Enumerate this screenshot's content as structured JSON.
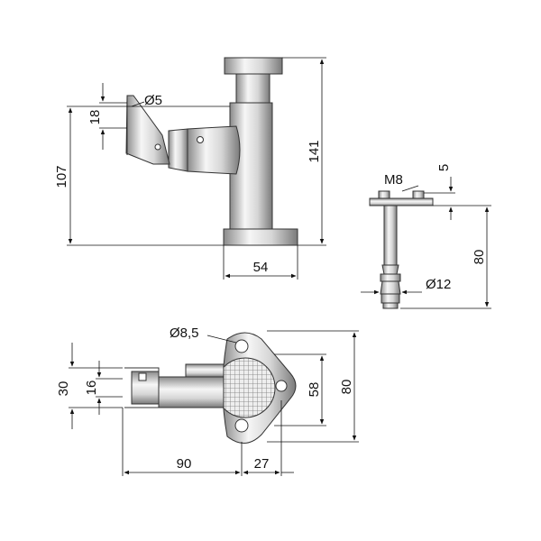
{
  "colors": {
    "line": "#111111",
    "metal_light": "#f4f4f4",
    "metal_mid": "#c8c8c8",
    "metal_dark": "#7a7a7a",
    "background": "#ffffff"
  },
  "dimensions": {
    "d_141": "141",
    "d_107": "107",
    "d_18": "18",
    "d_54": "54",
    "d_phi5": "Ø5",
    "d_m8": "M8",
    "d_5": "5",
    "d_80_side": "80",
    "d_phi12": "Ø12",
    "d_phi8_5": "Ø8,5",
    "d_30": "30",
    "d_16": "16",
    "d_58": "58",
    "d_80_top": "80",
    "d_90": "90",
    "d_27": "27"
  }
}
